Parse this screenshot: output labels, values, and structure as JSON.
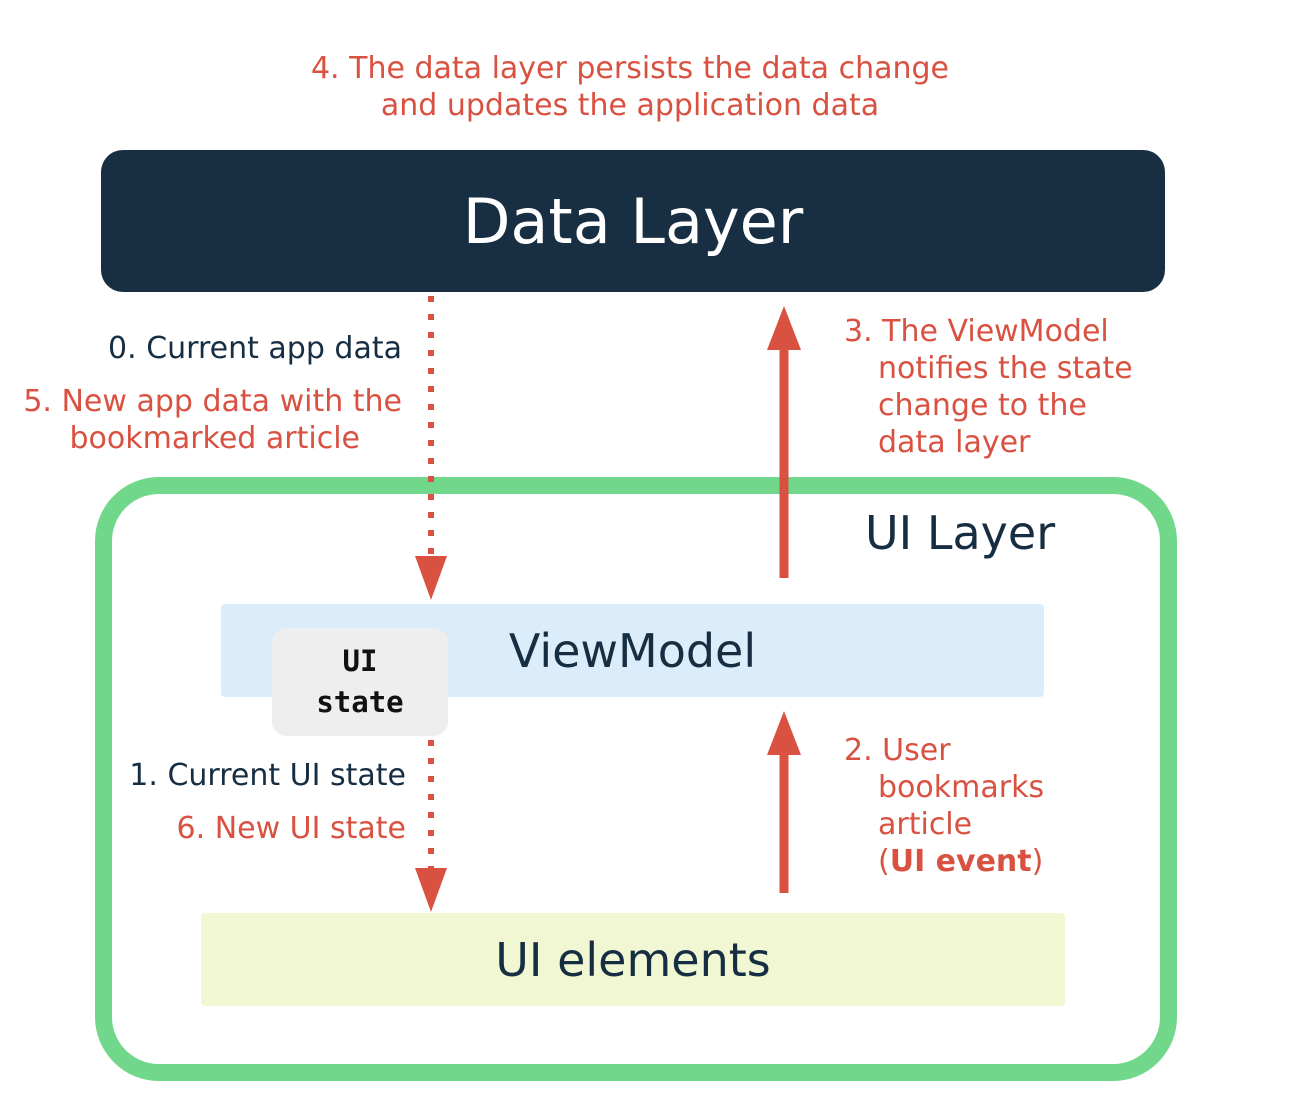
{
  "data_layer": {
    "title": "Data Layer"
  },
  "ui_layer": {
    "title": "UI Layer"
  },
  "viewmodel": {
    "title": "ViewModel"
  },
  "ui_state": {
    "line1": "UI",
    "line2": "state"
  },
  "ui_elements": {
    "title": "UI elements"
  },
  "steps": {
    "step0": "0. Current app data",
    "step1": "1. Current UI state",
    "step2": {
      "line1": "2. User",
      "line2": "bookmarks",
      "line3": "article",
      "line4_open": "(",
      "line4_bold": "UI event",
      "line4_close": ")"
    },
    "step3": {
      "line1": "3. The ViewModel",
      "line2": "notifies the state",
      "line3": "change to the",
      "line4": "data layer"
    },
    "step4": {
      "line1": "4. The data layer persists the data change",
      "line2": "and updates the application data"
    },
    "step5": {
      "line1": "5. New app data with the",
      "line2": "bookmarked article"
    },
    "step6": "6. New UI state"
  },
  "colors": {
    "data_layer_bg": "#182f43",
    "ui_layer_border": "#71d88b",
    "viewmodel_bg": "#dbedfb",
    "ui_elements_bg": "#f1f7d3",
    "ui_state_bg": "#eeeeee",
    "accent_red": "#d95140",
    "text_navy": "#172e42"
  }
}
